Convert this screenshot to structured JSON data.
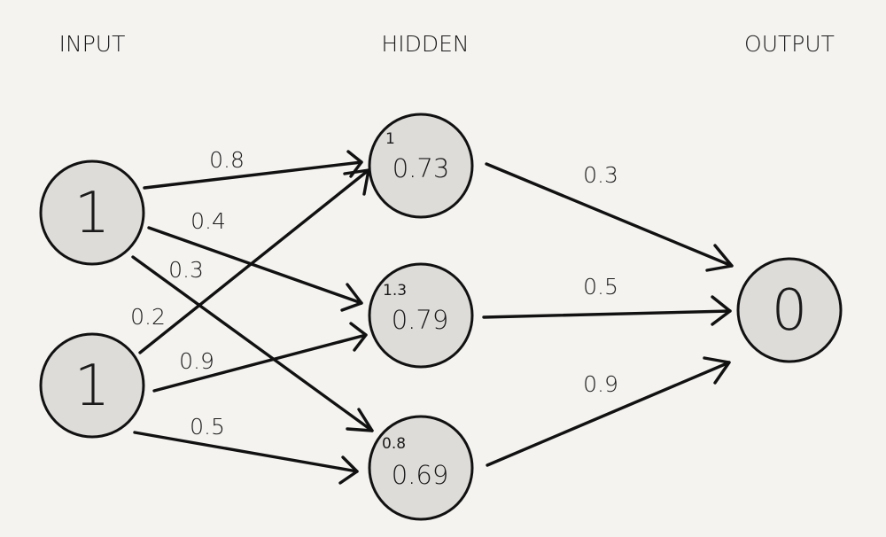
{
  "layers": {
    "input_title": "INPUT",
    "hidden_title": "HIDDEN",
    "output_title": "OUTPUT"
  },
  "input_nodes": [
    "1",
    "1"
  ],
  "hidden_nodes": [
    {
      "sum": "1",
      "value": "0.73"
    },
    {
      "sum": "1.3",
      "value": "0.79"
    },
    {
      "sum": "0.8",
      "value": "0.69"
    }
  ],
  "output_node": "0",
  "weights_input_hidden": {
    "in1_h1": "0.8",
    "in1_h2": "0.4",
    "in1_h3": "0.3",
    "in2_h1": "0.2",
    "in2_h2": "0.9",
    "in2_h3": "0.5"
  },
  "weights_hidden_output": {
    "h1_out": "0.3",
    "h2_out": "0.5",
    "h3_out": "0.9"
  }
}
